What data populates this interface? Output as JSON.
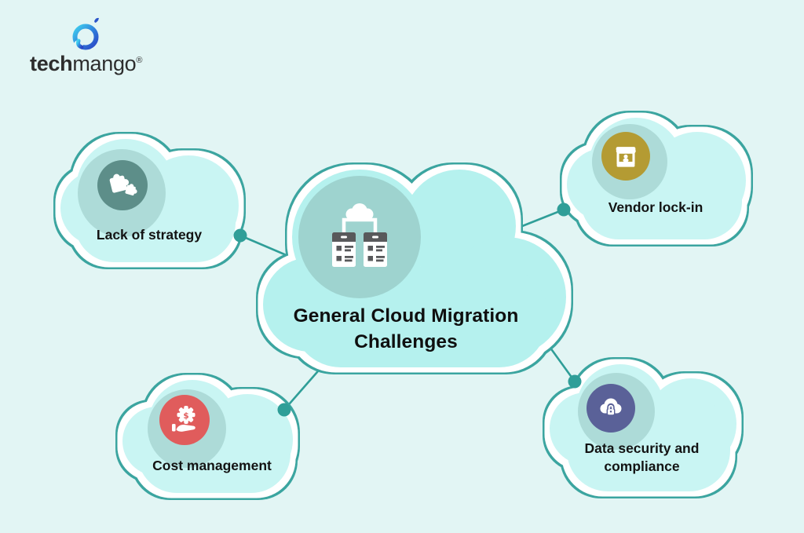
{
  "logo": {
    "brand_bold": "tech",
    "brand_light": "mango",
    "registered": "®",
    "icon": "mango-logo-icon"
  },
  "center": {
    "label": "General Cloud Migration Challenges",
    "icon": "cloud-servers-icon",
    "circle_color": "#9ed3cf"
  },
  "nodes": [
    {
      "id": "lack-of-strategy",
      "label": "Lack of strategy",
      "icon": "puzzle-pieces-icon",
      "circle_color": "#5d8e89",
      "position": "top-left"
    },
    {
      "id": "vendor-lock-in",
      "label": "Vendor lock-in",
      "icon": "storefront-icon",
      "circle_color": "#b49b33",
      "position": "top-right"
    },
    {
      "id": "cost-management",
      "label": "Cost management",
      "icon": "hand-dollar-gear-icon",
      "circle_color": "#e05c5c",
      "position": "bottom-left"
    },
    {
      "id": "data-security-and-compliance",
      "label": "Data security and compliance",
      "icon": "cloud-lock-icon",
      "circle_color": "#5a6198",
      "position": "bottom-right"
    }
  ],
  "colors": {
    "bg": "#e2f5f4",
    "cloud_fill": "#c9f5f3",
    "cloud_fill_center": "#b5f1ee",
    "cloud_outline": "#3aa5a0",
    "connector": "#2f9e98",
    "center_circle": "#9ed3cf",
    "text": "#131313"
  }
}
